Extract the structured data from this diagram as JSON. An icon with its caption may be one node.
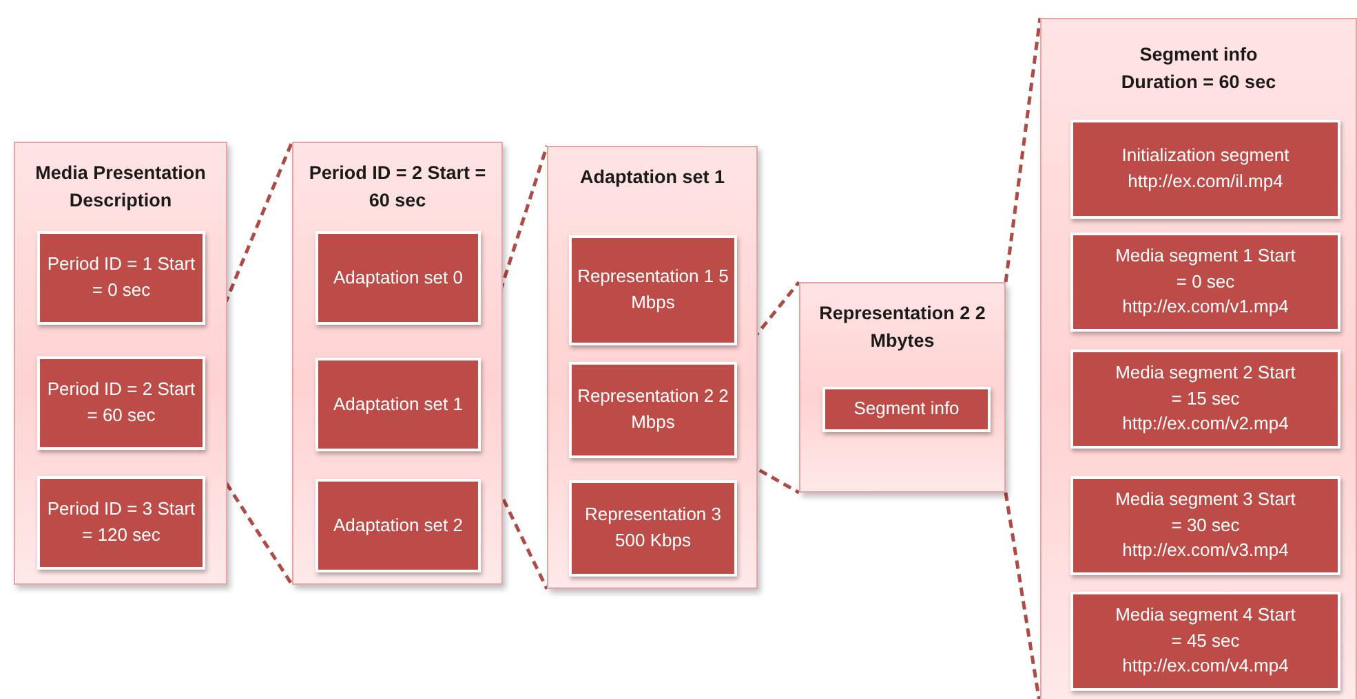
{
  "diagram": {
    "nodes": [
      {
        "text": [
          "Media Presentation Description"
        ]
      },
      {
        "text": [
          "Period ID = 1 Start = 0 sec"
        ],
        "in": 0
      },
      {
        "text": [
          "Period ID = 2 Start = 60 sec"
        ],
        "in": 0
      },
      {
        "text": [
          "Period ID = 3 Start = 120 sec"
        ],
        "in": 0
      },
      {
        "text": [
          "Period ID = 2 Start = 60 sec"
        ]
      },
      {
        "text": [
          "Adaptation set 0"
        ],
        "in": 4
      },
      {
        "text": [
          "Adaptation set 1"
        ],
        "in": 4
      },
      {
        "text": [
          "Adaptation set 2"
        ],
        "in": 4
      },
      {
        "text": [
          "Adaptation set 1"
        ]
      },
      {
        "text": [
          "Representation 1 5 Mbps"
        ],
        "in": 8
      },
      {
        "text": [
          "Representation 2 2 Mbps"
        ],
        "in": 8
      },
      {
        "text": [
          "Representation 3 500 Kbps"
        ],
        "in": 8
      },
      {
        "text": [
          "Representation 2 2 Mbytes"
        ]
      },
      {
        "text": [
          "Segment info"
        ],
        "in": 12
      },
      {
        "text": [
          "Segment info Duration = 60 sec"
        ]
      },
      {
        "text": [
          "Initialization segment http://ex.com/il.mp4"
        ],
        "in": 14
      },
      {
        "text": [
          "Media segment 1 Start = 0 sec http://ex.com/v1.mp4"
        ],
        "in": 14
      },
      {
        "text": [
          "Media segment 2 Start = 15 sec http://ex.com/v2.mp4"
        ],
        "in": 14
      },
      {
        "text": [
          "Media segment 3 Start = 30 sec http://ex.com/v3.mp4"
        ],
        "in": 14
      },
      {
        "text": [
          "Media segment 4 Start = 45 sec http://ex.com/v4.mp4"
        ],
        "in": 14
      }
    ],
    "edges": [
      {
        "from": 2,
        "to": 4,
        "arrow": "none",
        "style": "dashed"
      },
      {
        "from": 2,
        "to": 4,
        "arrow": "none",
        "style": "dashed"
      },
      {
        "from": 6,
        "to": 8,
        "arrow": "none",
        "style": "dashed"
      },
      {
        "from": 6,
        "to": 8,
        "arrow": "none",
        "style": "dashed"
      },
      {
        "from": 10,
        "to": 12,
        "arrow": "none",
        "style": "dashed"
      },
      {
        "from": 10,
        "to": 12,
        "arrow": "none",
        "style": "dashed"
      },
      {
        "from": 12,
        "to": 14,
        "arrow": "none",
        "style": "dashed"
      },
      {
        "from": 12,
        "to": 14,
        "arrow": "none",
        "style": "dashed"
      }
    ]
  }
}
